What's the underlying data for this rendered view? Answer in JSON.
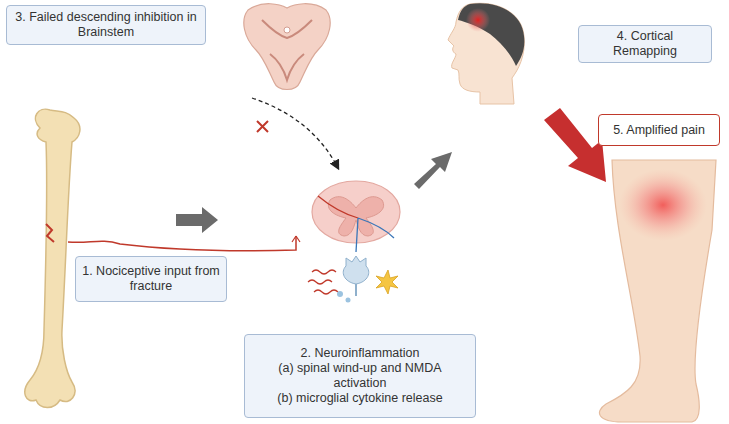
{
  "diagram": {
    "nodes": [
      {
        "text": [
          "3. Failed descending inhibition in Brainstem"
        ]
      },
      {
        "text": [
          "4. Cortical Remapping"
        ]
      },
      {
        "text": [
          "1. Nociceptive input from fracture"
        ]
      },
      {
        "text": [
          "2. Neuroinflammation",
          "(a) spinal wind-up and NMDA activation",
          "(b) microglial cytokine release"
        ]
      },
      {
        "text": [
          "5. Amplified pain"
        ]
      }
    ]
  }
}
